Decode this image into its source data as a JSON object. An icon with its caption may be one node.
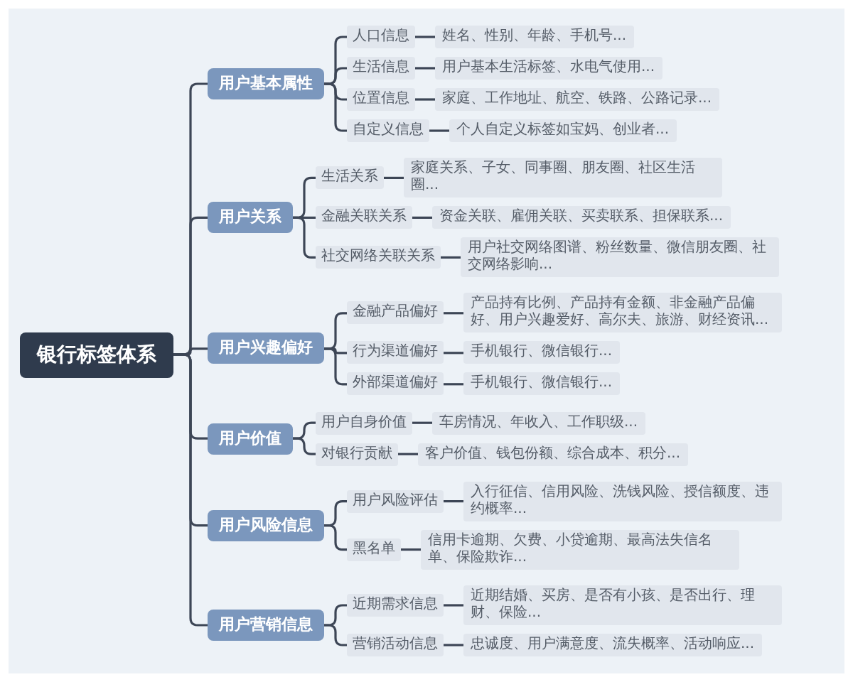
{
  "diagram": {
    "nodes": [
      {
        "text": [
          "银行标签体系"
        ]
      },
      {
        "text": [
          "用户基本属性"
        ]
      },
      {
        "text": [
          "人口信息"
        ]
      },
      {
        "text": [
          "姓名、性别、年龄、手机号..."
        ]
      },
      {
        "text": [
          "生活信息"
        ]
      },
      {
        "text": [
          "用户基本生活标签、水电气使用..."
        ]
      },
      {
        "text": [
          "位置信息"
        ]
      },
      {
        "text": [
          "家庭、工作地址、航空、铁路、公路记录..."
        ]
      },
      {
        "text": [
          "自定义信息"
        ]
      },
      {
        "text": [
          "个人自定义标签如宝妈、创业者..."
        ]
      },
      {
        "text": [
          "用户关系"
        ]
      },
      {
        "text": [
          "生活关系"
        ]
      },
      {
        "text": [
          "家庭关系、子女、同事圈、朋友圈、社区生活圈..."
        ]
      },
      {
        "text": [
          "金融关联关系"
        ]
      },
      {
        "text": [
          "资金关联、雇佣关联、买卖联系、担保联系..."
        ]
      },
      {
        "text": [
          "社交网络关联关系"
        ]
      },
      {
        "text": [
          "用户社交网络图谱、粉丝数量、微信朋友圈、社交网络影响..."
        ]
      },
      {
        "text": [
          "用户兴趣偏好"
        ]
      },
      {
        "text": [
          "金融产品偏好"
        ]
      },
      {
        "text": [
          "产品持有比例、产品持有金额、非金融产品偏好、用户兴趣爱好、高尔夫、旅游、财经资讯..."
        ]
      },
      {
        "text": [
          "行为渠道偏好"
        ]
      },
      {
        "text": [
          "手机银行、微信银行..."
        ]
      },
      {
        "text": [
          "外部渠道偏好"
        ]
      },
      {
        "text": [
          "手机银行、微信银行..."
        ]
      },
      {
        "text": [
          "用户价值"
        ]
      },
      {
        "text": [
          "用户自身价值"
        ]
      },
      {
        "text": [
          "车房情况、年收入、工作职级..."
        ]
      },
      {
        "text": [
          "对银行贡献"
        ]
      },
      {
        "text": [
          "客户价值、钱包份额、综合成本、积分..."
        ]
      },
      {
        "text": [
          "用户风险信息"
        ]
      },
      {
        "text": [
          "用户风险评估"
        ]
      },
      {
        "text": [
          "入行征信、信用风险、洗钱风险、授信额度、违约概率..."
        ]
      },
      {
        "text": [
          "黑名单"
        ]
      },
      {
        "text": [
          "信用卡逾期、欠费、小贷逾期、最高法失信名单、保险欺诈..."
        ]
      },
      {
        "text": [
          "用户营销信息"
        ]
      },
      {
        "text": [
          "近期需求信息"
        ]
      },
      {
        "text": [
          "近期结婚、买房、是否有小孩、是否出行、理财、保险..."
        ]
      },
      {
        "text": [
          "营销活动信息"
        ]
      },
      {
        "text": [
          "忠诚度、用户满意度、流失概率、活动响应..."
        ]
      }
    ],
    "edges": [
      {
        "from": 0,
        "to": 1,
        "arrow": "none"
      },
      {
        "from": 0,
        "to": 10,
        "arrow": "none"
      },
      {
        "from": 0,
        "to": 17,
        "arrow": "none"
      },
      {
        "from": 0,
        "to": 24,
        "arrow": "none"
      },
      {
        "from": 0,
        "to": 29,
        "arrow": "none"
      },
      {
        "from": 0,
        "to": 34,
        "arrow": "none"
      },
      {
        "from": 1,
        "to": 2,
        "arrow": "none"
      },
      {
        "from": 1,
        "to": 4,
        "arrow": "none"
      },
      {
        "from": 1,
        "to": 6,
        "arrow": "none"
      },
      {
        "from": 1,
        "to": 8,
        "arrow": "none"
      },
      {
        "from": 2,
        "to": 3,
        "arrow": "none"
      },
      {
        "from": 4,
        "to": 5,
        "arrow": "none"
      },
      {
        "from": 6,
        "to": 7,
        "arrow": "none"
      },
      {
        "from": 8,
        "to": 9,
        "arrow": "none"
      },
      {
        "from": 10,
        "to": 11,
        "arrow": "none"
      },
      {
        "from": 10,
        "to": 13,
        "arrow": "none"
      },
      {
        "from": 10,
        "to": 15,
        "arrow": "none"
      },
      {
        "from": 11,
        "to": 12,
        "arrow": "none"
      },
      {
        "from": 13,
        "to": 14,
        "arrow": "none"
      },
      {
        "from": 15,
        "to": 16,
        "arrow": "none"
      },
      {
        "from": 17,
        "to": 18,
        "arrow": "none"
      },
      {
        "from": 17,
        "to": 20,
        "arrow": "none"
      },
      {
        "from": 17,
        "to": 22,
        "arrow": "none"
      },
      {
        "from": 18,
        "to": 19,
        "arrow": "none"
      },
      {
        "from": 20,
        "to": 21,
        "arrow": "none"
      },
      {
        "from": 22,
        "to": 23,
        "arrow": "none"
      },
      {
        "from": 24,
        "to": 25,
        "arrow": "none"
      },
      {
        "from": 24,
        "to": 27,
        "arrow": "none"
      },
      {
        "from": 25,
        "to": 26,
        "arrow": "none"
      },
      {
        "from": 27,
        "to": 28,
        "arrow": "none"
      },
      {
        "from": 29,
        "to": 30,
        "arrow": "none"
      },
      {
        "from": 29,
        "to": 32,
        "arrow": "none"
      },
      {
        "from": 30,
        "to": 31,
        "arrow": "none"
      },
      {
        "from": 32,
        "to": 33,
        "arrow": "none"
      },
      {
        "from": 34,
        "to": 35,
        "arrow": "none"
      },
      {
        "from": 34,
        "to": 37,
        "arrow": "none"
      },
      {
        "from": 35,
        "to": 36,
        "arrow": "none"
      },
      {
        "from": 37,
        "to": 38,
        "arrow": "none"
      }
    ]
  }
}
